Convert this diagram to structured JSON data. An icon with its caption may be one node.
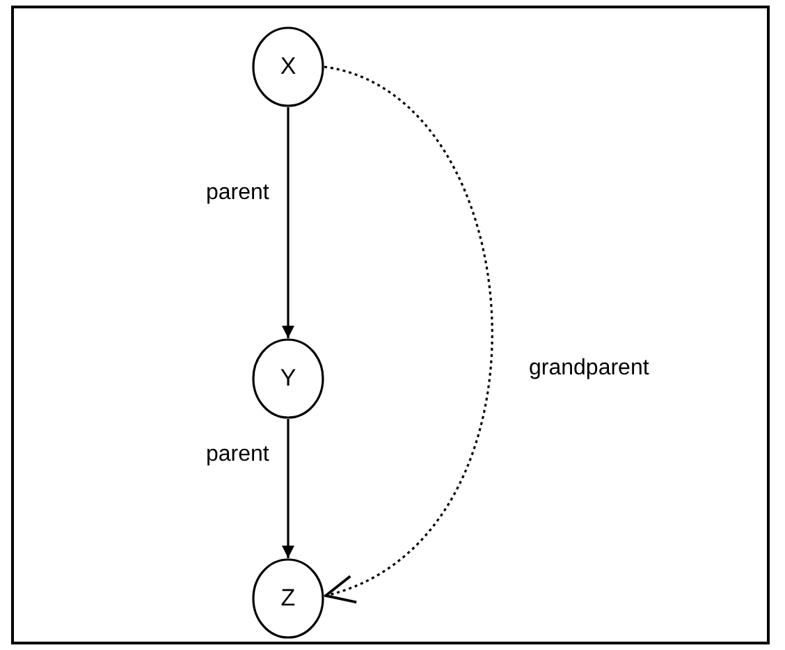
{
  "diagram": {
    "nodes": [
      {
        "text": [
          "X"
        ]
      },
      {
        "text": [
          "Y"
        ]
      },
      {
        "text": [
          "Z"
        ]
      }
    ],
    "edges": [
      {
        "from": 0,
        "to": 1,
        "arrow": "to",
        "label": "parent"
      },
      {
        "from": 1,
        "to": 2,
        "arrow": "to",
        "label": "parent"
      },
      {
        "from": 0,
        "to": 2,
        "arrow": "to",
        "label": "grandparent",
        "style": "dashed"
      }
    ]
  }
}
